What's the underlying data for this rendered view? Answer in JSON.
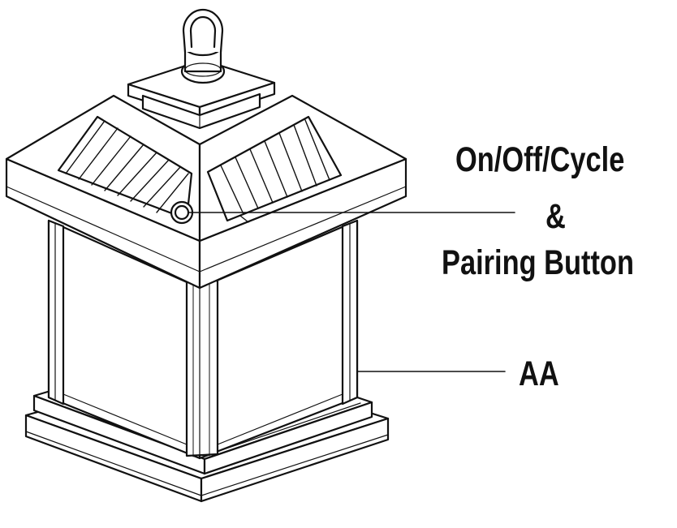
{
  "diagram": {
    "button_callout": {
      "line1": "On/Off/Cycle",
      "line2": "&",
      "line3": "Pairing Button"
    },
    "battery_callout": {
      "label": "AA"
    }
  },
  "colors": {
    "stroke": "#111111",
    "background": "#ffffff"
  }
}
